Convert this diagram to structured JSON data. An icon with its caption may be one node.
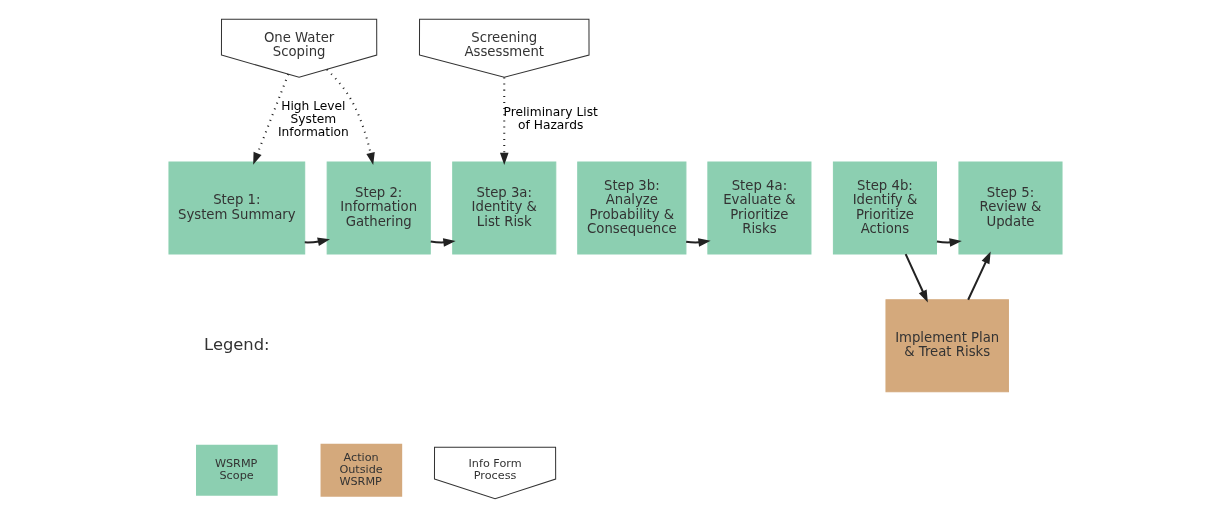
{
  "diagram": {
    "nodes": [
      {
        "text": [
          "One Water Scoping"
        ]
      },
      {
        "text": [
          "Screening Assessment"
        ]
      },
      {
        "text": [
          "Step 1:",
          "System Summary"
        ]
      },
      {
        "text": [
          "Step 2:",
          "Information Gathering"
        ]
      },
      {
        "text": [
          "Step 3a:",
          "Identity & List Risk"
        ]
      },
      {
        "text": [
          "Step 3b:",
          "Analyze Probability & Consequence"
        ]
      },
      {
        "text": [
          "Step 4a:",
          "Evaluate & Prioritize Risks"
        ]
      },
      {
        "text": [
          "Step 4b:",
          "Identify & Prioritize Actions"
        ]
      },
      {
        "text": [
          "Step 5:",
          "Review & Update"
        ]
      },
      {
        "text": [
          "Implement Plan & Treat Risks"
        ]
      }
    ],
    "edges": [
      {
        "from": 0,
        "to": 2,
        "arrow": "to",
        "style": "dashed",
        "label": "High Level System Information"
      },
      {
        "from": 0,
        "to": 3,
        "arrow": "to",
        "style": "dashed"
      },
      {
        "from": 1,
        "to": 4,
        "arrow": "to",
        "style": "dashed",
        "label": "Preliminary List of Hazards"
      },
      {
        "from": 2,
        "to": 3,
        "arrow": "to"
      },
      {
        "from": 3,
        "to": 4,
        "arrow": "to"
      },
      {
        "from": 5,
        "to": 6,
        "arrow": "to"
      },
      {
        "from": 7,
        "to": 8,
        "arrow": "to"
      },
      {
        "from": 7,
        "to": 9,
        "arrow": "to"
      },
      {
        "from": 9,
        "to": 8,
        "arrow": "to"
      }
    ],
    "labels": [
      "Legend:"
    ],
    "legend": [
      {
        "text": "WSRMP Scope",
        "color": "#8ccfb1"
      },
      {
        "text": "Action Outside WSRMP",
        "color": "#d4a97c"
      },
      {
        "text": "Info Form Process"
      }
    ]
  }
}
